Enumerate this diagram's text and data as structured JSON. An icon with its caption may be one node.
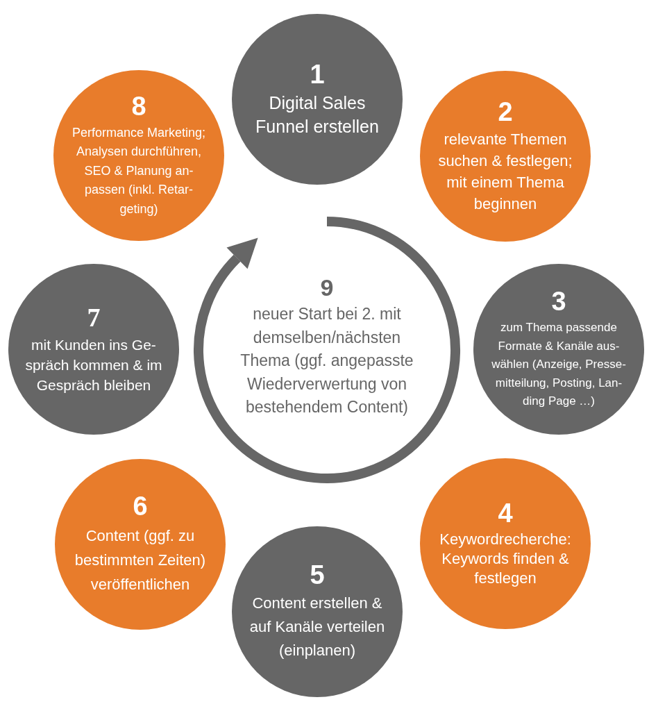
{
  "diagram": {
    "nodes": [
      {
        "text": [
          "1",
          "Digital Sales Funnel erstellen"
        ]
      },
      {
        "text": [
          "2",
          "relevante Themen suchen & festlegen; mit einem Thema beginnen"
        ]
      },
      {
        "text": [
          "3",
          "zum Thema passende Formate & Kanäle aus- wählen (Anzeige, Presse- mitteilung, Posting, Lan- ding Page …)"
        ]
      },
      {
        "text": [
          "4",
          "Keywordrecherche: Keywords finden & festlegen"
        ]
      },
      {
        "text": [
          "5",
          "Content erstellen & auf Kanäle verteilen (einplanen)"
        ]
      },
      {
        "text": [
          "6",
          "Content (ggf. zu bestimmten Zeiten) veröffentlichen"
        ]
      },
      {
        "text": [
          "7",
          "mit Kunden ins Ge- spräch kommen & im Gespräch bleiben"
        ]
      },
      {
        "text": [
          "8",
          "Performance Marketing; Analysen durchführen, SEO & Planung an- passen (inkl. Retar- geting)"
        ]
      },
      {
        "text": [
          "9",
          "neuer Start bei 2. mit demselben/nächsten Thema (ggf. angepasste Wiederverwertung von bestehendem Content)"
        ]
      }
    ]
  }
}
